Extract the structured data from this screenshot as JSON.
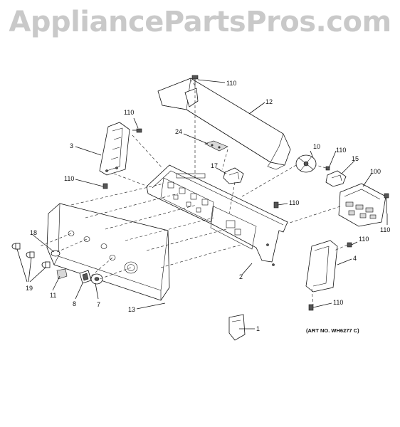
{
  "watermark": "AppliancePartsPros.com",
  "art_number": "(ART NO. WH6277 C)",
  "callouts": {
    "c110_top": "110",
    "c12": "12",
    "c110_left": "110",
    "c3": "3",
    "c24": "24",
    "c110_mid": "110",
    "c10": "10",
    "c110_right": "110",
    "c15": "15",
    "c17": "17",
    "c100": "100",
    "c110_center": "110",
    "c110_far": "110",
    "c18": "18",
    "c110_lower": "110",
    "c4": "4",
    "c2": "2",
    "c19": "19",
    "c11": "11",
    "c8": "8",
    "c7": "7",
    "c13": "13",
    "c110_bottom": "110",
    "c1": "1"
  }
}
